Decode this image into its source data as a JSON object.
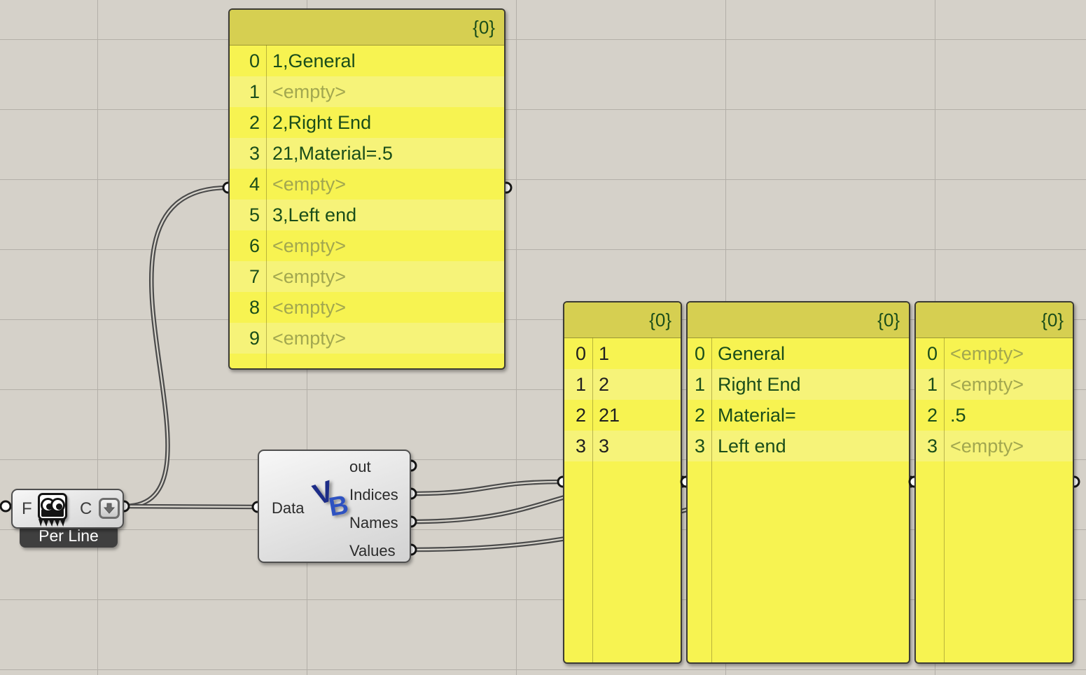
{
  "colors": {
    "canvas_bg": "#d5d1c9",
    "grid_line": "#b3afa8",
    "panel_fill": "#f7f351",
    "panel_fill_alt": "#f6f379",
    "panel_header": "#d6cf51",
    "panel_border": "#3c3b34",
    "text_green": "#1a4d1a",
    "text_empty": "#a2a74f",
    "text_dark": "#1f1f1f",
    "wire_outer": "#4b4b4b",
    "wire_core": "#d8d5cd",
    "component_border": "#4f4f4f",
    "tag_bg": "#3f3f3f",
    "tag_text": "#ffffff",
    "vb_dark": "#1d2d88",
    "vb_mid": "#2e52c1",
    "grip_fill": "#ffffff",
    "grip_ring": "#151515"
  },
  "top_panel": {
    "header": "{0}",
    "rows": [
      {
        "i": "0",
        "v": "1,General"
      },
      {
        "i": "1",
        "v": "<empty>"
      },
      {
        "i": "2",
        "v": "2,Right End"
      },
      {
        "i": "3",
        "v": "21,Material=.5"
      },
      {
        "i": "4",
        "v": "<empty>"
      },
      {
        "i": "5",
        "v": "3,Left end"
      },
      {
        "i": "6",
        "v": "<empty>"
      },
      {
        "i": "7",
        "v": "<empty>"
      },
      {
        "i": "8",
        "v": "<empty>"
      },
      {
        "i": "9",
        "v": "<empty>"
      }
    ]
  },
  "output_panels": [
    {
      "header": "{0}",
      "rows": [
        {
          "i": "0",
          "v": "1"
        },
        {
          "i": "1",
          "v": "2"
        },
        {
          "i": "2",
          "v": "21"
        },
        {
          "i": "3",
          "v": "3"
        }
      ]
    },
    {
      "header": "{0}",
      "rows": [
        {
          "i": "0",
          "v": "General"
        },
        {
          "i": "1",
          "v": "Right End"
        },
        {
          "i": "2",
          "v": "Material="
        },
        {
          "i": "3",
          "v": "Left end"
        }
      ]
    },
    {
      "header": "{0}",
      "rows": [
        {
          "i": "0",
          "v": "<empty>"
        },
        {
          "i": "1",
          "v": "<empty>"
        },
        {
          "i": "2",
          "v": ".5"
        },
        {
          "i": "3",
          "v": "<empty>"
        }
      ]
    }
  ],
  "vb_component": {
    "input_label": "Data",
    "output_labels": [
      "out",
      "Indices",
      "Names",
      "Values"
    ],
    "icon": "vb-script-icon",
    "icon_text_v": "V",
    "icon_text_b": "B"
  },
  "perline_component": {
    "name_tag": "Per Line",
    "input_label": "F",
    "output_label": "C",
    "icons": [
      "cluster-eyes-icon",
      "down-arrow-icon"
    ]
  }
}
